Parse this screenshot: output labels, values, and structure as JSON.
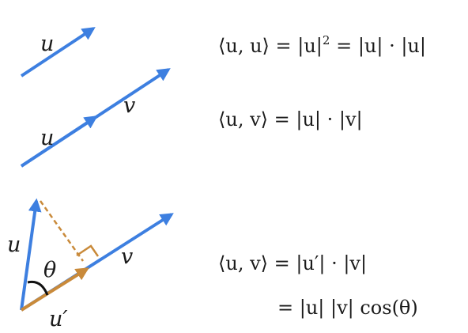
{
  "diagram1": {
    "u_label": "u"
  },
  "diagram2": {
    "u_label": "u",
    "v_label": "v"
  },
  "diagram3": {
    "u_label": "u",
    "v_label": "v",
    "theta_label": "θ",
    "uprime_label": "u′"
  },
  "equations": {
    "eq1_lhs": "⟨u, u⟩ = |u|",
    "eq1_exp": "2",
    "eq1_rhs": " = |u| · |u|",
    "eq2": "⟨u, v⟩ = |u| · |v|",
    "eq3": "⟨u, v⟩ = |u′| · |v|",
    "eq4": "= |u| |v| cos(θ)"
  },
  "colors": {
    "vector_blue": "#3d7fe0",
    "projection_orange": "#c98a3a",
    "text": "#1a1a1a"
  }
}
